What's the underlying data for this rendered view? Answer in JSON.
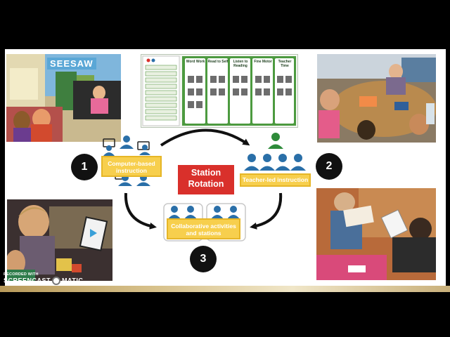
{
  "slide": {
    "center_label_line1": "Station",
    "center_label_line2": "Rotation",
    "stations": [
      {
        "number": "1",
        "label_line1": "Computer-based",
        "label_line2": "instruction"
      },
      {
        "number": "2",
        "label_line1": "Teacher-led instruction",
        "label_line2": ""
      },
      {
        "number": "3",
        "label_line1": "Collaborative activities",
        "label_line2": "and stations"
      }
    ],
    "seesaw_sign": "SEESAW",
    "board_columns": [
      "Word Work",
      "Read to Self",
      "Listen to Reading",
      "Fine Motor",
      "Teacher Time"
    ]
  },
  "watermark": {
    "line1": "RECORDED WITH",
    "line2_left": "SCREENCAST",
    "line2_right": "MATIC"
  },
  "colors": {
    "people_blue": "#2a6fa8",
    "teacher_green": "#2e8b3a",
    "station_red": "#d9302b",
    "label_yellow": "#f7cf4d"
  }
}
